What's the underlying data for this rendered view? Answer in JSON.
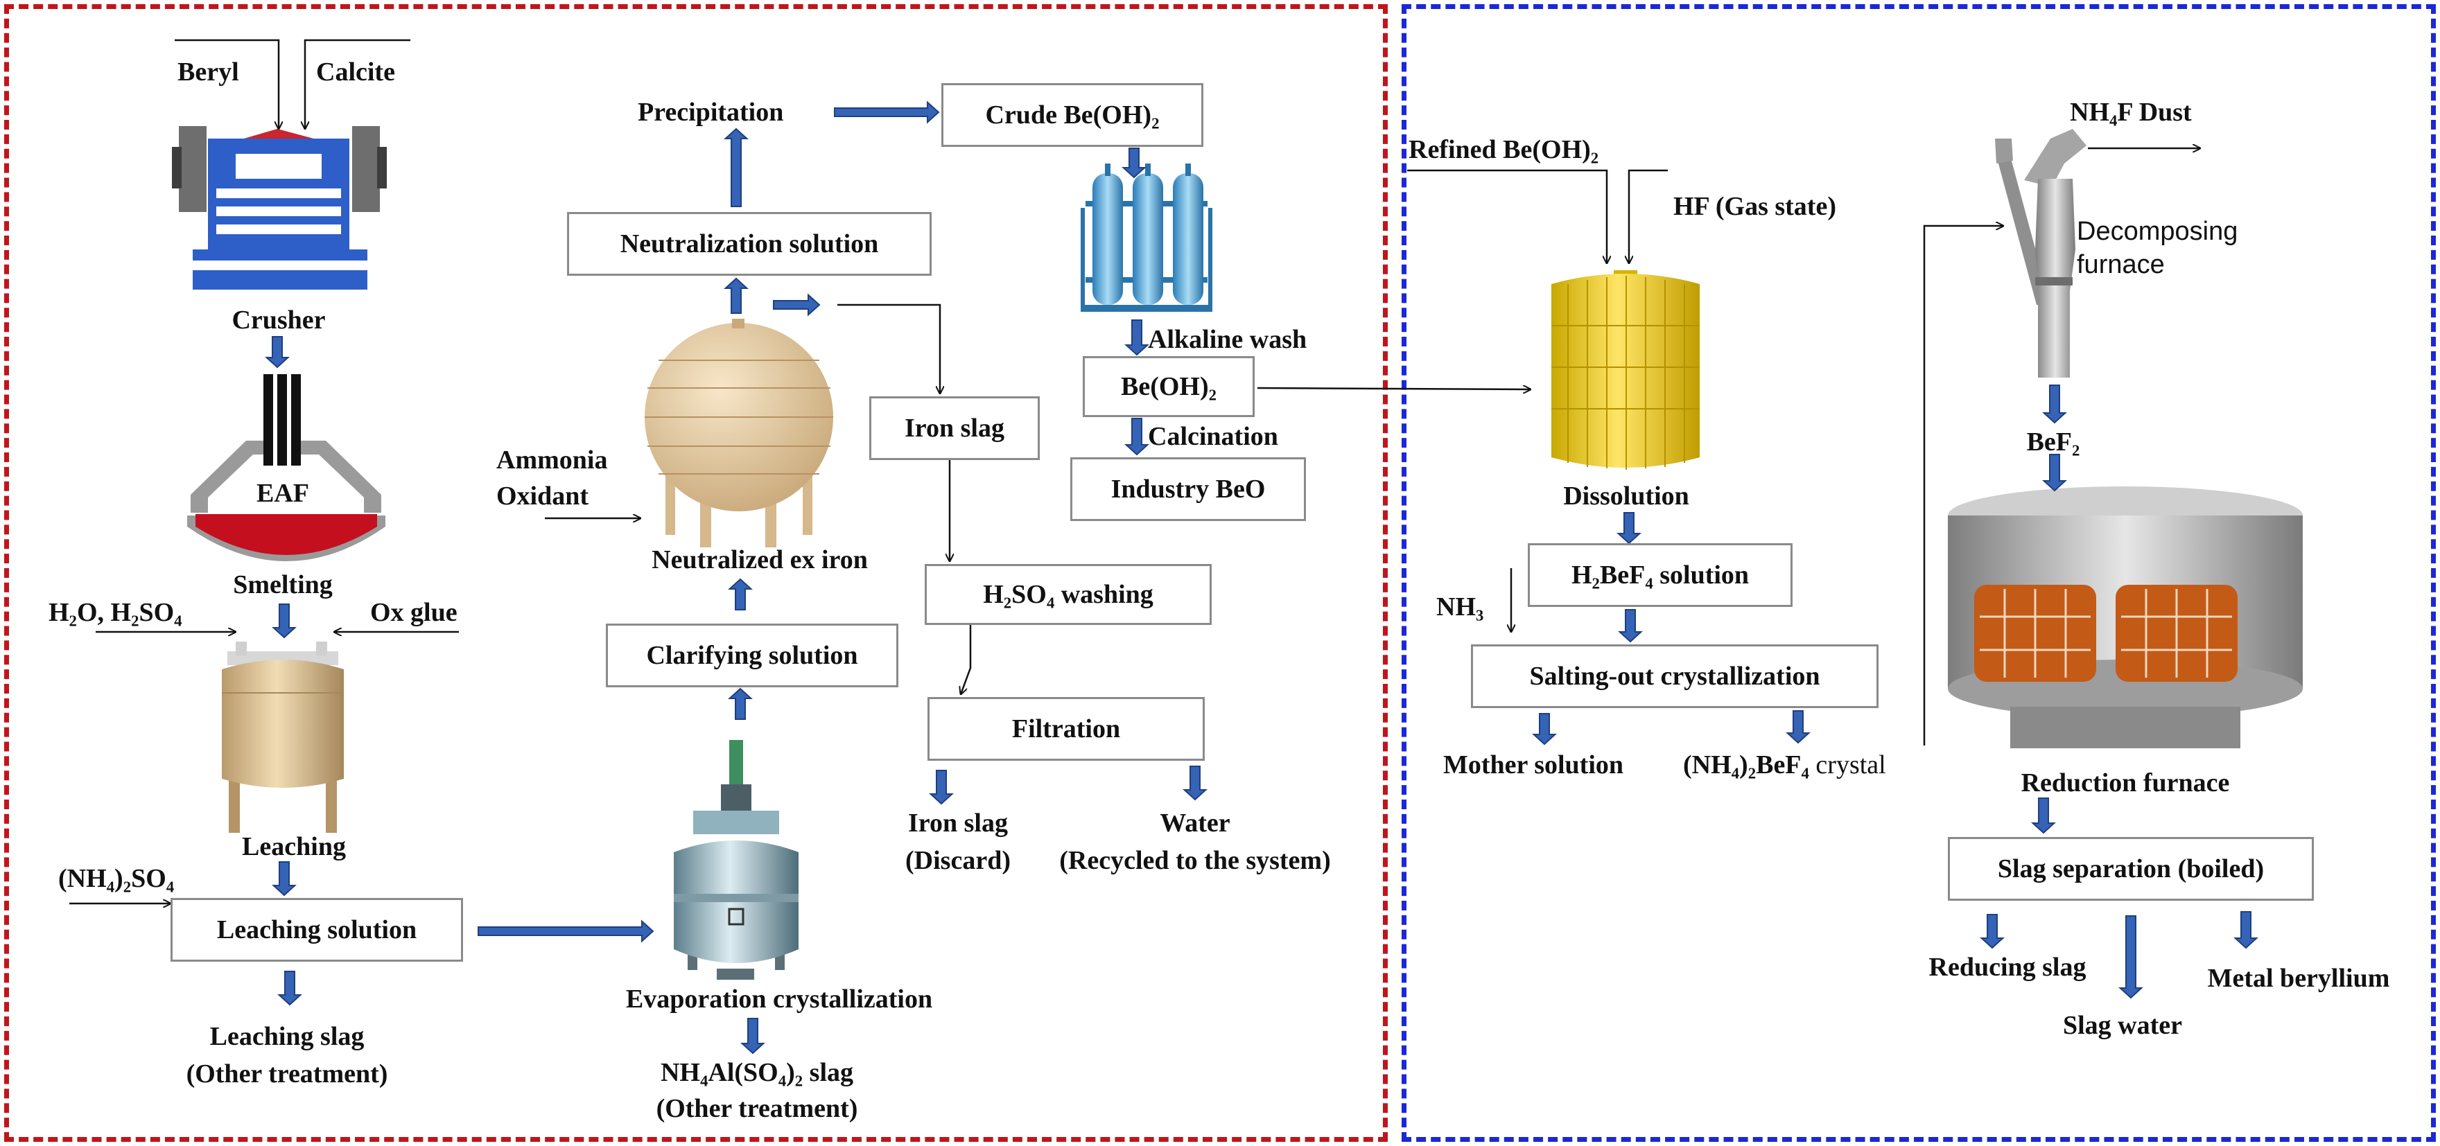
{
  "colors": {
    "left_border": "#c0151b",
    "right_border": "#1a28d8",
    "arrow_fill": "#3563b6",
    "line": "#111111"
  },
  "left": {
    "beryl": "Beryl",
    "calcite": "Calcite",
    "crusher": "Crusher",
    "eaf": "EAF",
    "smelting": "Smelting",
    "h2o_acid": "H₂O, H₂SO₄",
    "ox_glue": "Ox glue",
    "leaching": "Leaching",
    "ammonium_sulfate": "(NH₄)₂SO₄",
    "leaching_solution": "Leaching solution",
    "leaching_slag": "Leaching slag",
    "leaching_slag_note": "(Other treatment)",
    "evaporation": "Evaporation crystallization",
    "alum_slag": "NH₄Al(SO₄)₂ slag",
    "alum_slag_note": "(Other treatment)",
    "clarifying": "Clarifying solution",
    "neutralized_ex_iron": "Neutralized ex iron",
    "ammonia": "Ammonia",
    "oxidant": "Oxidant",
    "neutralization": "Neutralization solution",
    "precipitation": "Precipitation",
    "crude_beoh2": "Crude Be(OH)₂",
    "alkaline_wash": "Alkaline wash",
    "beoh2": "Be(OH)₂",
    "calcination": "Calcination",
    "industry_beo": "Industry BeO",
    "iron_slag": "Iron slag",
    "h2so4_washing": "H₂SO₄ washing",
    "filtration": "Filtration",
    "iron_slag_out": "Iron slag",
    "iron_slag_out_note": "(Discard)",
    "water": "Water",
    "water_note": "(Recycled to the system)"
  },
  "right": {
    "refined_beoh2": "Refined Be(OH)₂",
    "hf": "HF  (Gas state)",
    "dissolution": "Dissolution",
    "h2bef4": "H₂BeF₄ solution",
    "nh3": "NH₃",
    "salting_out": "Salting-out crystallization",
    "mother_solution": "Mother solution",
    "crystal_a": "(NH₄)₂BeF₄",
    "crystal_b": " crystal",
    "nh4f_dust": "NH₄F Dust",
    "decomposing": "Decomposing",
    "furnace": "furnace",
    "bef2": "BeF₂",
    "reduction_furnace": "Reduction furnace",
    "slag_separation": "Slag separation (boiled)",
    "reducing_slag": "Reducing slag",
    "slag_water": "Slag water",
    "metal_beryllium": "Metal beryllium"
  }
}
